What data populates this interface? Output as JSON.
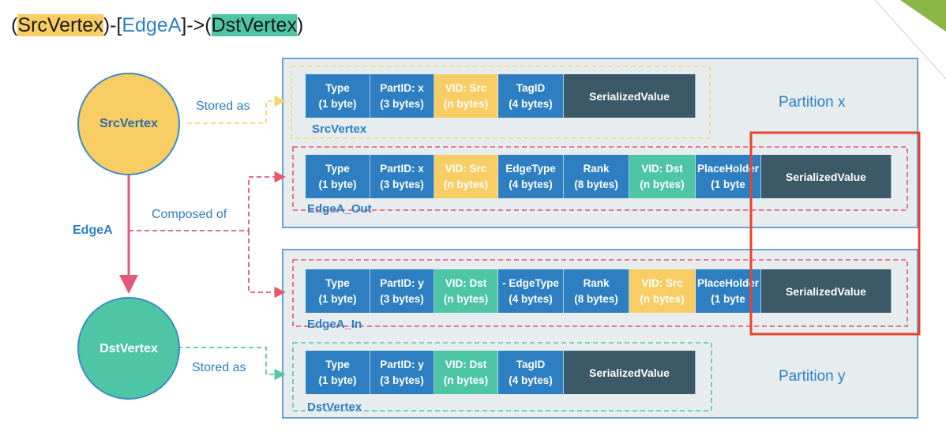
{
  "title": {
    "open1": "(",
    "src": "SrcVertex",
    "mid1": ")-[",
    "edge": "EdgeA",
    "mid2": "]->(",
    "dst": "DstVertex",
    "close": ")"
  },
  "nodes": {
    "src": "SrcVertex",
    "edge": "EdgeA",
    "dst": "DstVertex"
  },
  "connectors": {
    "stored_as_top": "Stored as",
    "composed_of": "Composed of",
    "stored_as_bottom": "Stored as"
  },
  "partitions": {
    "x": "Partition x",
    "y": "Partition y"
  },
  "rows": [
    {
      "label": "SrcVertex",
      "cells": [
        {
          "l1": "Type",
          "l2": "(1 byte)",
          "kind": "blue"
        },
        {
          "l1": "PartID: x",
          "l2": "(3 bytes)",
          "kind": "blue"
        },
        {
          "l1": "VID: Src",
          "l2": "(n bytes)",
          "kind": "yellow"
        },
        {
          "l1": "TagID",
          "l2": "(4 bytes)",
          "kind": "blue"
        },
        {
          "l1": "SerializedValue",
          "l2": "",
          "kind": "dark"
        }
      ]
    },
    {
      "label": "EdgeA_Out",
      "cells": [
        {
          "l1": "Type",
          "l2": "(1 byte)",
          "kind": "blue"
        },
        {
          "l1": "PartID: x",
          "l2": "(3 bytes)",
          "kind": "blue"
        },
        {
          "l1": "VID: Src",
          "l2": "(n bytes)",
          "kind": "yellow"
        },
        {
          "l1": "EdgeType",
          "l2": "(4 bytes)",
          "kind": "blue"
        },
        {
          "l1": "Rank",
          "l2": "(8 bytes)",
          "kind": "blue"
        },
        {
          "l1": "VID: Dst",
          "l2": "(n bytes)",
          "kind": "green"
        },
        {
          "l1": "PlaceHolder",
          "l2": "(1 byte",
          "kind": "blue"
        },
        {
          "l1": "SerializedValue",
          "l2": "",
          "kind": "dark"
        }
      ]
    },
    {
      "label": "EdgeA_In",
      "cells": [
        {
          "l1": "Type",
          "l2": "(1 byte)",
          "kind": "blue"
        },
        {
          "l1": "PartID: y",
          "l2": "(3 bytes)",
          "kind": "blue"
        },
        {
          "l1": "VID: Dst",
          "l2": "(n bytes)",
          "kind": "green"
        },
        {
          "l1": "- EdgeType",
          "l2": "(4 bytes)",
          "kind": "blue"
        },
        {
          "l1": "Rank",
          "l2": "(8 bytes)",
          "kind": "blue"
        },
        {
          "l1": "VID: Src",
          "l2": "(n bytes)",
          "kind": "yellow"
        },
        {
          "l1": "PlaceHolder",
          "l2": "(1 byte",
          "kind": "blue"
        },
        {
          "l1": "SerializedValue",
          "l2": "",
          "kind": "dark"
        }
      ]
    },
    {
      "label": "DstVertex",
      "cells": [
        {
          "l1": "Type",
          "l2": "(1 byte)",
          "kind": "blue"
        },
        {
          "l1": "PartID: y",
          "l2": "(3 bytes)",
          "kind": "blue"
        },
        {
          "l1": "VID: Dst",
          "l2": "(n bytes)",
          "kind": "green"
        },
        {
          "l1": "TagID",
          "l2": "(4 bytes)",
          "kind": "blue"
        },
        {
          "l1": "SerializedValue",
          "l2": "",
          "kind": "dark"
        }
      ]
    }
  ],
  "colors": {
    "blue": "#2e7fc1",
    "yellow": "#f8cd63",
    "green": "#4ec6a5",
    "dark": "#3c5968",
    "partition_border": "#6d9fd0",
    "partition_fill": "#e7ecef",
    "dash_red": "#e8576e",
    "dash_yellow": "#f3d872",
    "dash_green": "#58c7a5",
    "highlight_red": "#e8432c",
    "node_src": "#f8cd63",
    "node_dst": "#4ec6a5",
    "node_border": "#3d8bc7",
    "label_blue": "#2e7fc1",
    "corner_green": "#8ab547"
  }
}
